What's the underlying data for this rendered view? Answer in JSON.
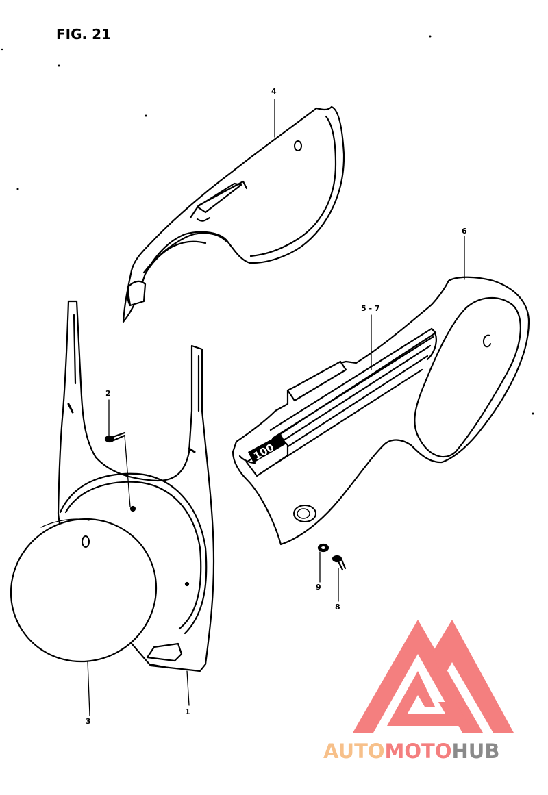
{
  "figure": {
    "title": "FIG. 21"
  },
  "callouts": {
    "part_1": "1",
    "part_2": "2",
    "part_3": "3",
    "part_4": "4",
    "part_5_7": "5 - 7",
    "part_6": "6",
    "part_8": "8",
    "part_9": "9"
  },
  "emblem": {
    "text": "100"
  },
  "watermark": {
    "word_1": "AUTO",
    "word_2": "MOTO",
    "word_3": "HUB",
    "color_1": "#f7c08a",
    "color_2": "#f47f7f",
    "color_3": "#8a8a8a",
    "triangle_color": "#f47f7f"
  }
}
